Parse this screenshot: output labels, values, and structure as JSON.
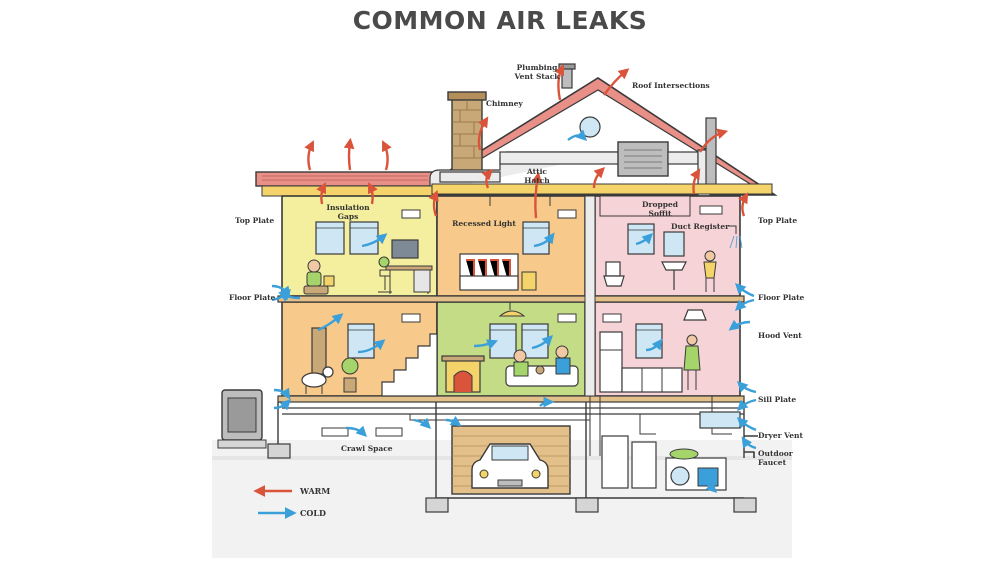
{
  "title": "COMMON AIR LEAKS",
  "labels": {
    "plumbing_vent_stack_1": "Plumbing",
    "plumbing_vent_stack_2": "Vent Stack",
    "roof_intersections": "Roof Intersections",
    "chimney": "Chimney",
    "attic_hatch_1": "Attic",
    "attic_hatch_2": "Hatch",
    "insulation_gaps_1": "Insulation",
    "insulation_gaps_2": "Gaps",
    "recessed_light": "Recessed Light",
    "dropped_soffit_1": "Dropped",
    "dropped_soffit_2": "Soffit",
    "duct_register": "Duct Register",
    "top_plate_left": "Top Plate",
    "top_plate_right": "Top Plate",
    "floor_plate_left": "Floor Plate",
    "floor_plate_right": "Floor Plate",
    "hood_vent": "Hood Vent",
    "sill_plate": "Sill Plate",
    "dryer_vent": "Dryer Vent",
    "outdoor_faucet_1": "Outdoor",
    "outdoor_faucet_2": "Faucet",
    "crawl_space": "Crawl Space"
  },
  "legend": {
    "warm": "WARM",
    "cold": "COLD"
  },
  "colors": {
    "warm": "#d9543b",
    "cold": "#3b9fd9",
    "outline": "#3a3a3a",
    "room_yellow": "#f4ef9e",
    "room_orange": "#f7c98a",
    "room_green": "#c4dc86",
    "room_pink": "#f6d3d6",
    "attic": "#ffffff",
    "roof_tile": "#e88f87",
    "insulation": "#f3d36a",
    "foundation": "#d5d5d5"
  }
}
